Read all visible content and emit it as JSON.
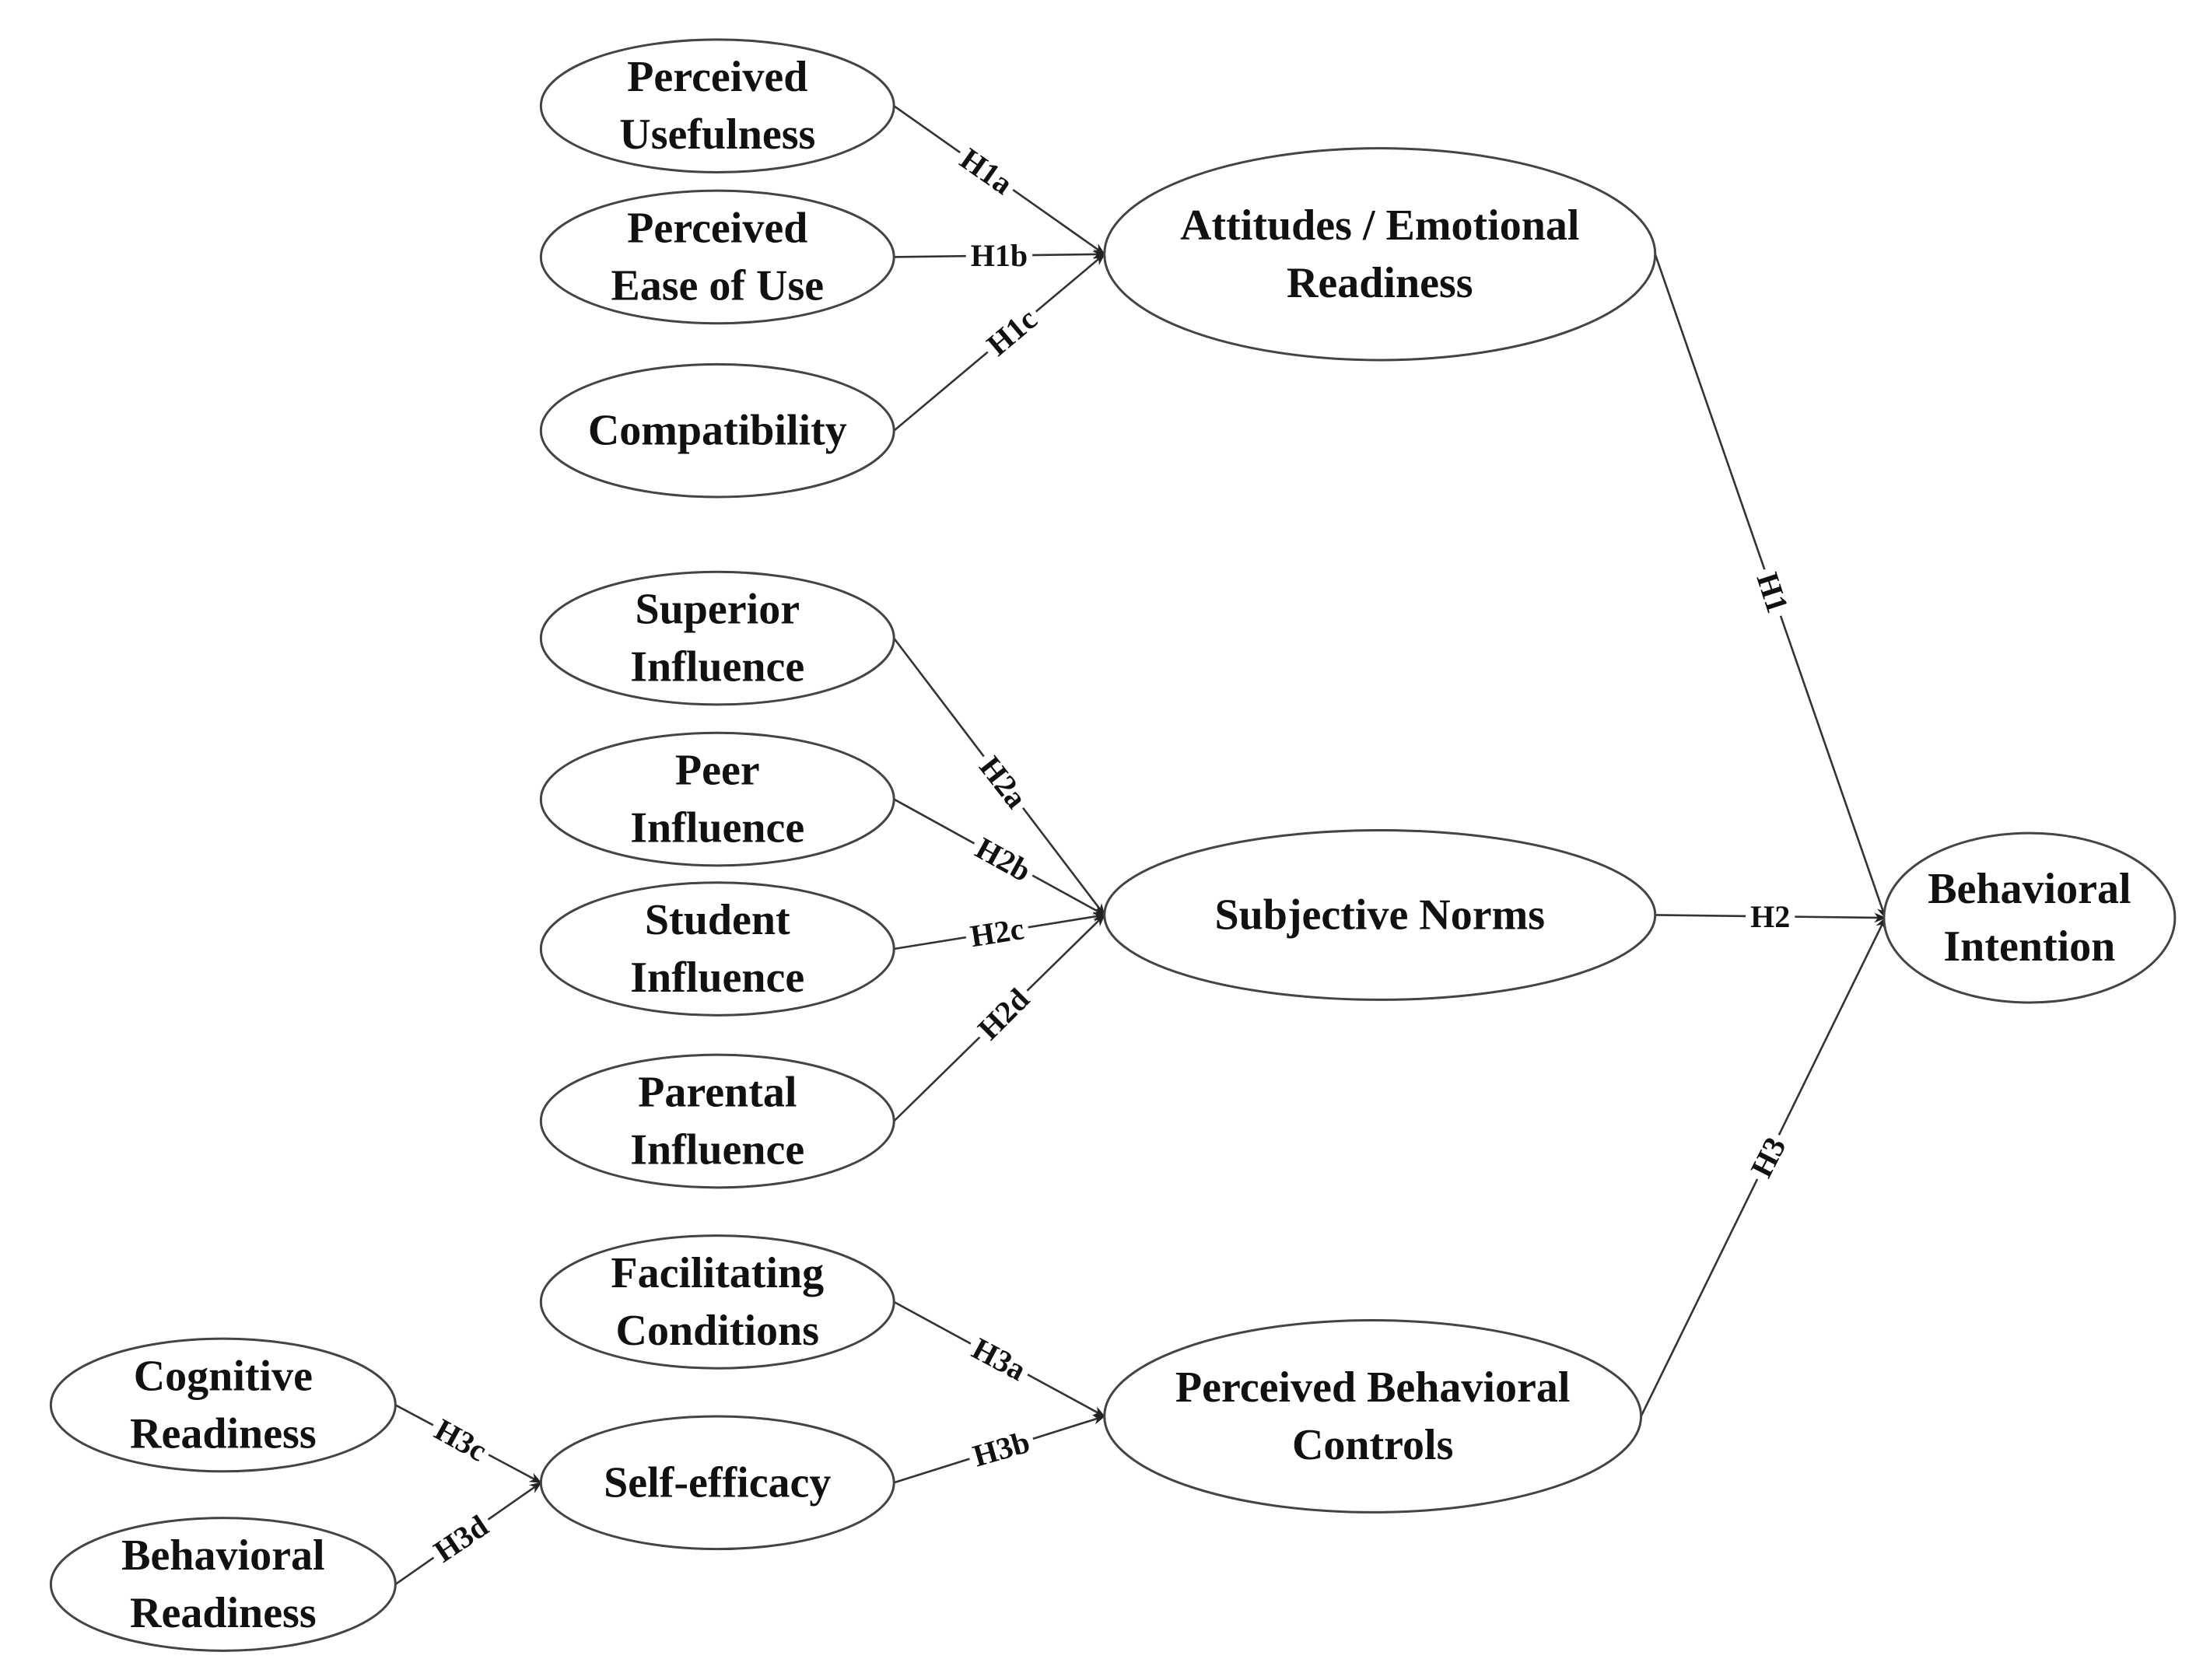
{
  "diagram": {
    "nodes": [
      {
        "id": "pu",
        "lines": [
          "Perceived",
          "Usefulness"
        ]
      },
      {
        "id": "peou",
        "lines": [
          "Perceived",
          "Ease of Use"
        ]
      },
      {
        "id": "comp",
        "lines": [
          "Compatibility"
        ]
      },
      {
        "id": "att",
        "lines": [
          "Attitudes / Emotional",
          "Readiness"
        ]
      },
      {
        "id": "si",
        "lines": [
          "Superior",
          "Influence"
        ]
      },
      {
        "id": "pi",
        "lines": [
          "Peer",
          "Influence"
        ]
      },
      {
        "id": "sti",
        "lines": [
          "Student",
          "Influence"
        ]
      },
      {
        "id": "par",
        "lines": [
          "Parental",
          "Influence"
        ]
      },
      {
        "id": "sn",
        "lines": [
          "Subjective Norms"
        ]
      },
      {
        "id": "bi",
        "lines": [
          "Behavioral",
          "Intention"
        ]
      },
      {
        "id": "fc",
        "lines": [
          "Facilitating",
          "Conditions"
        ]
      },
      {
        "id": "cr",
        "lines": [
          "Cognitive",
          "Readiness"
        ]
      },
      {
        "id": "se",
        "lines": [
          "Self-efficacy"
        ]
      },
      {
        "id": "br",
        "lines": [
          "Behavioral",
          "Readiness"
        ]
      },
      {
        "id": "pbc",
        "lines": [
          "Perceived Behavioral",
          "Controls"
        ]
      }
    ],
    "edges": [
      {
        "from": "pu",
        "to": "att",
        "label": "H1a"
      },
      {
        "from": "peou",
        "to": "att",
        "label": "H1b"
      },
      {
        "from": "comp",
        "to": "att",
        "label": "H1c"
      },
      {
        "from": "att",
        "to": "bi",
        "label": "H1"
      },
      {
        "from": "si",
        "to": "sn",
        "label": "H2a"
      },
      {
        "from": "pi",
        "to": "sn",
        "label": "H2b"
      },
      {
        "from": "sti",
        "to": "sn",
        "label": "H2c"
      },
      {
        "from": "par",
        "to": "sn",
        "label": "H2d"
      },
      {
        "from": "sn",
        "to": "bi",
        "label": "H2"
      },
      {
        "from": "fc",
        "to": "pbc",
        "label": "H3a"
      },
      {
        "from": "se",
        "to": "pbc",
        "label": "H3b"
      },
      {
        "from": "cr",
        "to": "se",
        "label": "H3c"
      },
      {
        "from": "br",
        "to": "se",
        "label": "H3d"
      },
      {
        "from": "pbc",
        "to": "bi",
        "label": "H3"
      }
    ]
  }
}
